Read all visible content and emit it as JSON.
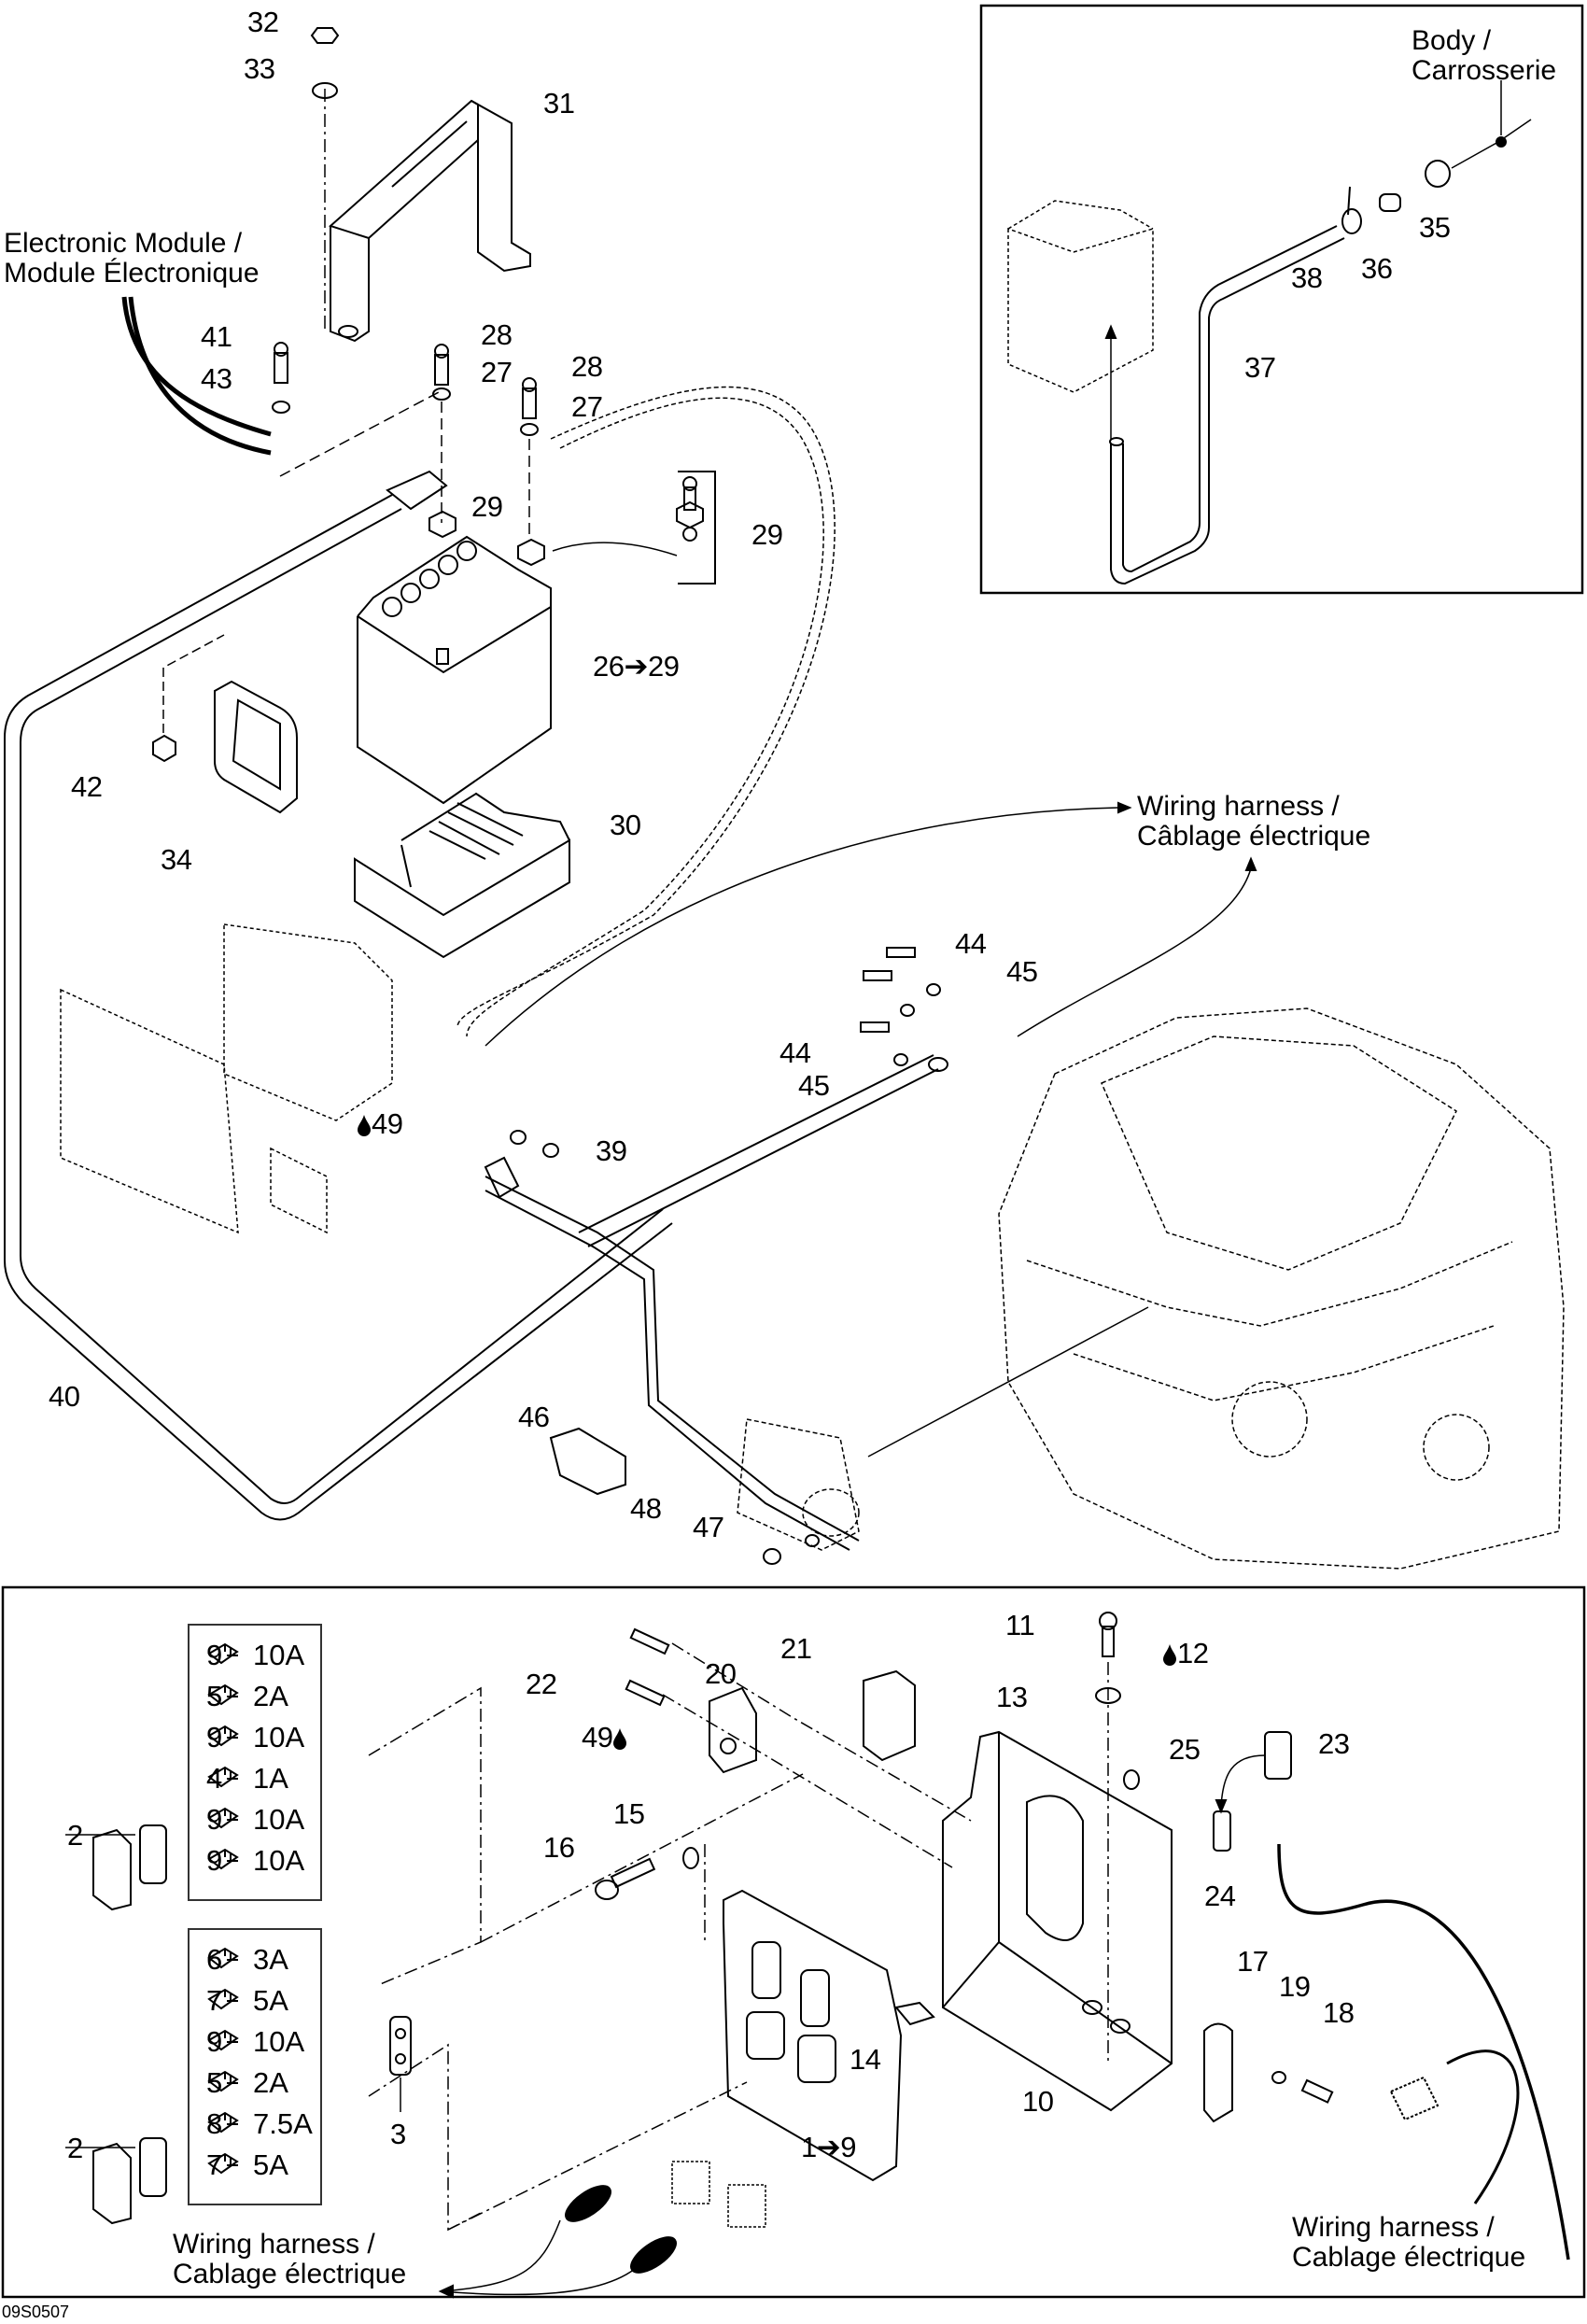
{
  "document_code": "09S0507",
  "top_callouts": {
    "electronic_module": [
      "Electronic Module /",
      "Module Électronique"
    ],
    "body": [
      "Body /",
      "Carrosserie"
    ],
    "wiring_harness_top": [
      "Wiring harness /",
      "Câblage électrique"
    ]
  },
  "bottom_callouts": {
    "wiring_harness_left": [
      "Wiring harness /",
      "Cablage électrique"
    ],
    "wiring_harness_right": [
      "Wiring harness /",
      "Cablage électrique"
    ]
  },
  "part_labels_top": {
    "p32": "32",
    "p33": "33",
    "p31": "31",
    "p41": "41",
    "p43": "43",
    "p28a": "28",
    "p27a": "27",
    "p28b": "28",
    "p27b": "27",
    "p29a": "29",
    "p29b": "29",
    "p26_29": "26➔29",
    "p42": "42",
    "p34": "34",
    "p30": "30",
    "p49": "49",
    "p39": "39",
    "p40": "40",
    "p44a": "44",
    "p45a": "45",
    "p44b": "44",
    "p45b": "45",
    "p46": "46",
    "p47": "47",
    "p48": "48",
    "p35": "35",
    "p36": "36",
    "p37": "37",
    "p38": "38"
  },
  "part_labels_bottom": {
    "p2a": "2",
    "p2b": "2",
    "p3": "3",
    "p22": "22",
    "p49": "49",
    "p20": "20",
    "p21": "21",
    "p11": "11",
    "p12": "12",
    "p13": "13",
    "p15": "15",
    "p16": "16",
    "p25": "25",
    "p23": "23",
    "p24": "24",
    "p17": "17",
    "p19": "19",
    "p18": "18",
    "p10": "10",
    "p14": "14",
    "p1_9": "1➔9"
  },
  "fuse_box_1": [
    {
      "part": "9",
      "rating": "10A"
    },
    {
      "part": "5",
      "rating": "2A"
    },
    {
      "part": "9",
      "rating": "10A"
    },
    {
      "part": "4",
      "rating": "1A"
    },
    {
      "part": "9",
      "rating": "10A"
    },
    {
      "part": "9",
      "rating": "10A"
    }
  ],
  "fuse_box_2": [
    {
      "part": "6",
      "rating": "3A"
    },
    {
      "part": "7",
      "rating": "5A"
    },
    {
      "part": "9",
      "rating": "10A"
    },
    {
      "part": "5",
      "rating": "2A"
    },
    {
      "part": "8",
      "rating": "7.5A"
    },
    {
      "part": "7",
      "rating": "5A"
    }
  ],
  "icons": {
    "drop": "sealant-drop-icon",
    "fuse": "blade-fuse-icon"
  }
}
